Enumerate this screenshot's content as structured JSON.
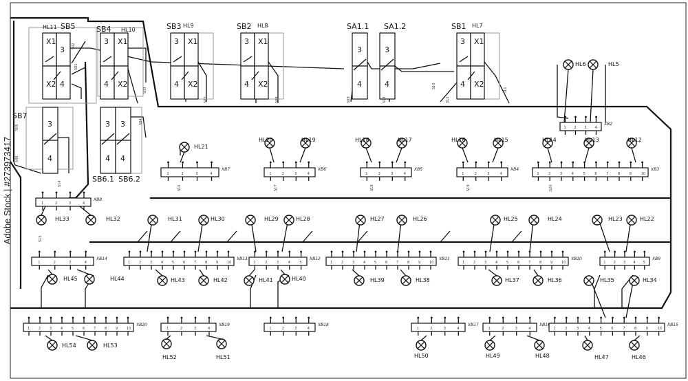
{
  "switches": [
    {
      "id": "sb5",
      "label": "SB5",
      "sub": "HL11",
      "top": "X1",
      "mid": "3",
      "lower": "X2",
      "lowmid": "4"
    },
    {
      "id": "sb4",
      "label": "SB4",
      "sub": "HL10",
      "top": "X1",
      "mid": "3",
      "lower": "X2",
      "lowmid": "4"
    },
    {
      "id": "sb3",
      "label": "SB3",
      "sub": "HL9",
      "top": "X1",
      "mid": "3",
      "lower": "X2",
      "lowmid": "4"
    },
    {
      "id": "sb2",
      "label": "SB2",
      "sub": "HL8",
      "top": "X1",
      "mid": "3",
      "lower": "X2",
      "lowmid": "4"
    },
    {
      "id": "sa11",
      "label": "SA1.1",
      "mid": "3",
      "lowmid": "4"
    },
    {
      "id": "sa12",
      "label": "SA1.2",
      "mid": "3",
      "lowmid": "4"
    },
    {
      "id": "sb1",
      "label": "SB1",
      "sub": "HL7",
      "top": "X1",
      "mid": "3",
      "lower": "X2",
      "lowmid": "4"
    },
    {
      "id": "sb7",
      "label": "SB7",
      "mid": "3",
      "lowmid": "4"
    },
    {
      "id": "sb61",
      "label": "SB6.1",
      "mid": "3",
      "lowmid": "4"
    },
    {
      "id": "sb62",
      "label": "SB6.2",
      "mid": "3",
      "lowmid": "4"
    }
  ],
  "terminal_blocks": [
    {
      "id": "xb2",
      "label": "XB2",
      "pins": [
        "1",
        "2",
        "3",
        "4"
      ]
    },
    {
      "id": "xb7",
      "label": "XB7",
      "pins": [
        "1",
        "2",
        "3",
        "4"
      ]
    },
    {
      "id": "xb6",
      "label": "XB6",
      "pins": [
        "1",
        "2",
        "3",
        "4"
      ]
    },
    {
      "id": "xb5",
      "label": "XB5",
      "pins": [
        "1",
        "2",
        "3",
        "4"
      ]
    },
    {
      "id": "xb4",
      "label": "XB4",
      "pins": [
        "1",
        "2",
        "3",
        "4"
      ]
    },
    {
      "id": "xb3",
      "label": "XB3",
      "pins": [
        "1",
        "2",
        "3",
        "4",
        "5",
        "6",
        "7",
        "8",
        "9",
        "10"
      ]
    },
    {
      "id": "xb8",
      "label": "XB8",
      "pins": [
        "1",
        "2",
        "3",
        "4"
      ]
    },
    {
      "id": "xb14",
      "label": "XB14",
      "pins": [
        "1",
        "2",
        "3",
        "4"
      ]
    },
    {
      "id": "xb13",
      "label": "XB13",
      "pins": [
        "1",
        "2",
        "3",
        "4",
        "5",
        "6",
        "7",
        "8",
        "9",
        "10"
      ]
    },
    {
      "id": "xb12",
      "label": "XB12",
      "pins": [
        "1",
        "2",
        "3",
        "4",
        "5"
      ]
    },
    {
      "id": "xb11",
      "label": "XB11",
      "pins": [
        "1",
        "2",
        "3",
        "4",
        "5",
        "6",
        "7",
        "8",
        "9",
        "10"
      ]
    },
    {
      "id": "xb10",
      "label": "XB10",
      "pins": [
        "1",
        "2",
        "3",
        "4",
        "5",
        "6",
        "7",
        "8",
        "9",
        "10"
      ]
    },
    {
      "id": "xb9",
      "label": "XB9",
      "pins": [
        "1",
        "2",
        "3",
        "4",
        "5"
      ]
    },
    {
      "id": "xb20",
      "label": "XB20",
      "pins": [
        "1",
        "2",
        "3",
        "4",
        "5",
        "6",
        "7",
        "8",
        "9",
        "10"
      ]
    },
    {
      "id": "xb19",
      "label": "XB19",
      "pins": [
        "1",
        "2",
        "3",
        "4"
      ]
    },
    {
      "id": "xb18",
      "label": "XB18",
      "pins": [
        "1",
        "2",
        "3",
        "4"
      ]
    },
    {
      "id": "xb17",
      "label": "XB17",
      "pins": [
        "1",
        "2",
        "3",
        "4"
      ]
    },
    {
      "id": "xb16",
      "label": "XB16",
      "pins": [
        "1",
        "2",
        "3",
        "4"
      ]
    },
    {
      "id": "xb15",
      "label": "XB15",
      "pins": [
        "1",
        "2",
        "3",
        "4",
        "5",
        "6",
        "7",
        "8",
        "9",
        "10"
      ]
    }
  ],
  "lamps": [
    "HL6",
    "HL5",
    "HL21",
    "HL20",
    "HL19",
    "HL18",
    "HL17",
    "HL16",
    "HL15",
    "HL14",
    "HL13",
    "HL12",
    "HL33",
    "HL32",
    "HL31",
    "HL30",
    "HL29",
    "HL28",
    "HL27",
    "HL26",
    "HL25",
    "HL24",
    "HL23",
    "HL22",
    "HL45",
    "HL44",
    "HL43",
    "HL42",
    "HL41",
    "HL40",
    "HL39",
    "HL38",
    "HL37",
    "HL36",
    "HL35",
    "HL34",
    "HL54",
    "HL53",
    "HL52",
    "HL51",
    "HL50",
    "HL49",
    "HL48",
    "HL47",
    "HL46"
  ],
  "wire_numbers": [
    "S02",
    "S01",
    "S03",
    "S04",
    "S05",
    "S06",
    "S07",
    "S08",
    "S09",
    "S10",
    "S11",
    "S12",
    "S13",
    "S14",
    "S15",
    "S16",
    "S17",
    "S18",
    "S19",
    "S20"
  ],
  "watermark": {
    "side_text": "Adobe Stock | #273973417"
  }
}
